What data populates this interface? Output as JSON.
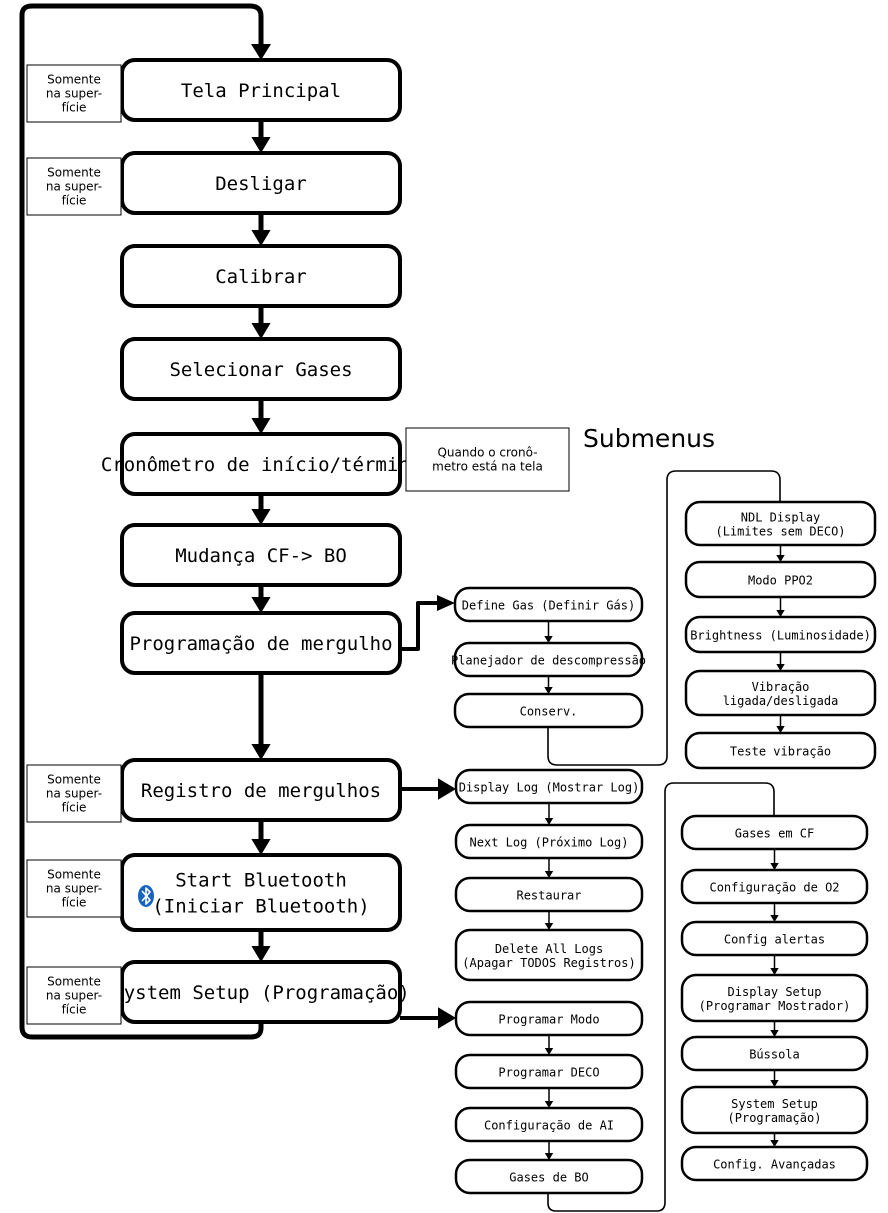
{
  "title": "Submenus",
  "main_menu": [
    {
      "lines": [
        "Tela Principal"
      ],
      "note": [
        "Somente",
        "na super-",
        "fície"
      ]
    },
    {
      "lines": [
        "Desligar"
      ],
      "note": [
        "Somente",
        "na super-",
        "fície"
      ]
    },
    {
      "lines": [
        "Calibrar"
      ],
      "note": null
    },
    {
      "lines": [
        "Selecionar Gases"
      ],
      "note": null
    },
    {
      "lines": [
        "Cronômetro de início/término"
      ],
      "note": null
    },
    {
      "lines": [
        "Mudança CF-> BO"
      ],
      "note": null
    },
    {
      "lines": [
        "Programação de mergulho"
      ],
      "note": null
    },
    {
      "lines": [
        "Registro de mergulhos"
      ],
      "note": [
        "Somente",
        "na super-",
        "fície"
      ]
    },
    {
      "lines": [
        "Start Bluetooth",
        "(Iniciar Bluetooth)"
      ],
      "note": [
        "Somente",
        "na super-",
        "fície"
      ],
      "icon": "bluetooth-icon"
    },
    {
      "lines": [
        "System Setup (Programação)"
      ],
      "note": [
        "Somente",
        "na super-",
        "fície"
      ]
    }
  ],
  "timer_note": [
    "Quando o cronô-",
    "metro está na tela"
  ],
  "dive_setup_submenu": [
    [
      "Define Gas (Definir Gás)"
    ],
    [
      "Planejador de descompressão"
    ],
    [
      "Conserv."
    ]
  ],
  "dive_setup_more_submenu": [
    [
      "NDL Display",
      "(Limites sem DECO)"
    ],
    [
      "Modo PPO2"
    ],
    [
      "Brightness (Luminosidade)"
    ],
    [
      "Vibração",
      "ligada/desligada"
    ],
    [
      "Teste vibração"
    ]
  ],
  "dive_log_submenu": [
    [
      "Display Log (Mostrar Log)"
    ],
    [
      "Next Log (Próximo Log)"
    ],
    [
      "Restaurar"
    ],
    [
      "Delete All Logs",
      "(Apagar TODOS Registros)"
    ]
  ],
  "system_setup_submenu": [
    [
      "Programar Modo"
    ],
    [
      "Programar DECO"
    ],
    [
      "Configuração de AI"
    ],
    [
      "Gases de BO"
    ]
  ],
  "system_setup_more_submenu": [
    [
      "Gases em CF"
    ],
    [
      "Configuração de O2"
    ],
    [
      "Config alertas"
    ],
    [
      "Display Setup",
      "(Programar Mostrador)"
    ],
    [
      "Bússola"
    ],
    [
      "System Setup",
      "(Programação)"
    ],
    [
      "Config. Avançadas"
    ]
  ],
  "colors": {
    "line": "#000000",
    "background": "#ffffff",
    "bluetooth": "#1565c0"
  }
}
